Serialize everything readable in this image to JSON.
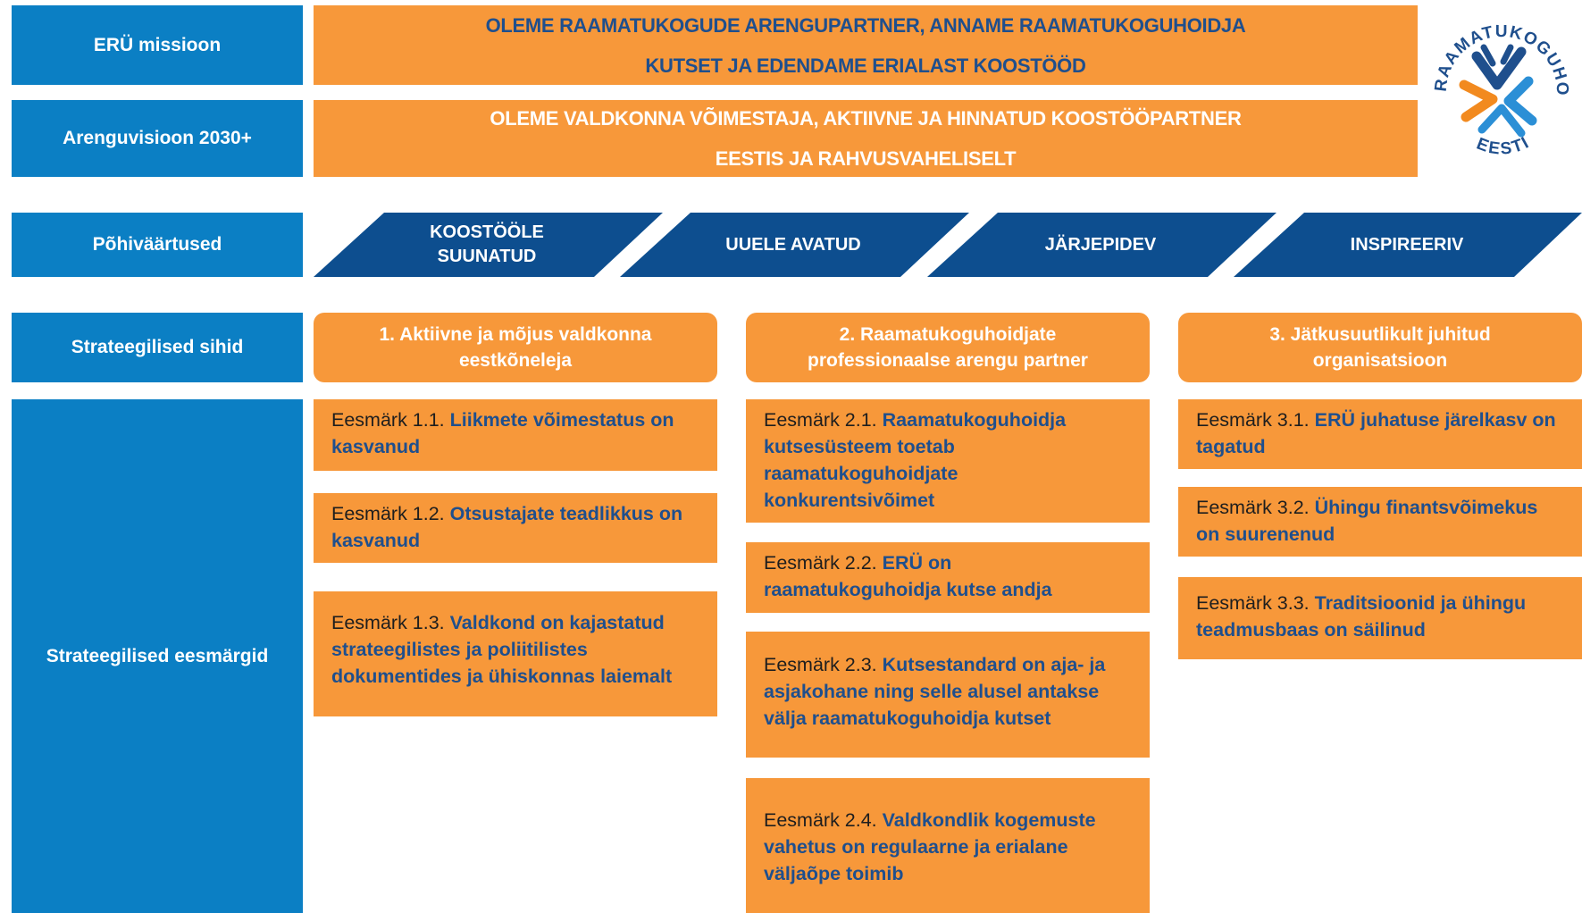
{
  "rows": {
    "mission": "ERÜ missioon",
    "vision": "Arenguvisioon 2030+",
    "values": "Põhiväärtused",
    "directions": "Strateegilised sihid",
    "goals": "Strateegilised eesmärgid"
  },
  "mission": {
    "line1": "OLEME RAAMATUKOGUDE ARENGUPARTNER, ANNAME RAAMATUKOGUHOIDJA",
    "line2": "KUTSET JA EDENDAME ERIALAST KOOSTÖÖD"
  },
  "vision": {
    "line1": "OLEME VALDKONNA VÕIMESTAJA, AKTIIVNE JA HINNATUD KOOSTÖÖPARTNER",
    "line2": "EESTIS JA RAHVUSVAHELISELT"
  },
  "values": [
    {
      "line1": "KOOSTÖÖLE",
      "line2": "SUUNATUD"
    },
    {
      "line1": "UUELE AVATUD",
      "line2": ""
    },
    {
      "line1": "JÄRJEPIDEV",
      "line2": ""
    },
    {
      "line1": "INSPIREERIV",
      "line2": ""
    }
  ],
  "directions": [
    {
      "line1": "1. Aktiivne ja mõjus valdkonna",
      "line2": "eestkõneleja"
    },
    {
      "line1": "2. Raamatukoguhoidjate",
      "line2": "professionaalse arengu partner"
    },
    {
      "line1": "3. Jätkusuutlikult juhitud",
      "line2": "organisatsioon"
    }
  ],
  "goals": {
    "g11": {
      "label": "Eesmärk 1.1. ",
      "text": "Liikmete võimestatus on kasvanud"
    },
    "g12": {
      "label": "Eesmärk 1.2. ",
      "text": "Otsustajate teadlikkus on kasvanud"
    },
    "g13": {
      "label": "Eesmärk 1.3. ",
      "text": "Valdkond on kajastatud strateegilistes ja poliitilistes dokumentides ja ühiskonnas laiemalt"
    },
    "g21": {
      "label": "Eesmärk 2.1. ",
      "text": "Raamatukoguhoidja kutsesüsteem toetab raamatukoguhoidjate konkurentsivõimet"
    },
    "g22": {
      "label": "Eesmärk 2.2. ",
      "text": "ERÜ on raamatukoguhoidja kutse andja"
    },
    "g23": {
      "label": "Eesmärk 2.3. ",
      "text": "Kutsestandard on aja- ja asjakohane ning selle alusel antakse välja raamatukoguhoidja kutset"
    },
    "g24": {
      "label": "Eesmärk 2.4. ",
      "text": "Valdkondlik kogemuste vahetus on regulaarne ja erialane väljaõpe toimib"
    },
    "g31": {
      "label": "Eesmärk 3.1. ",
      "text": "ERÜ juhatuse järelkasv on tagatud"
    },
    "g32": {
      "label": "Eesmärk 3.2. ",
      "text": "Ühingu finantsvõimekus on suurenenud"
    },
    "g33": {
      "label": "Eesmärk 3.3. ",
      "text": "Traditsioonid ja ühingu teadmusbaas on säilinud"
    }
  },
  "logo": {
    "text_top": "RAAMATUKOGUHOIDJATE ÜHING",
    "text_bottom": "EESTI",
    "colors": {
      "blue": "#1f4f8d",
      "orange": "#f28a1f",
      "light_blue": "#2b8fd6"
    }
  },
  "colors": {
    "row_label": "#0b7fc4",
    "orange": "#f7983a",
    "dark_blue": "#0d4e8f",
    "goal_text": "#1f4f8d"
  }
}
